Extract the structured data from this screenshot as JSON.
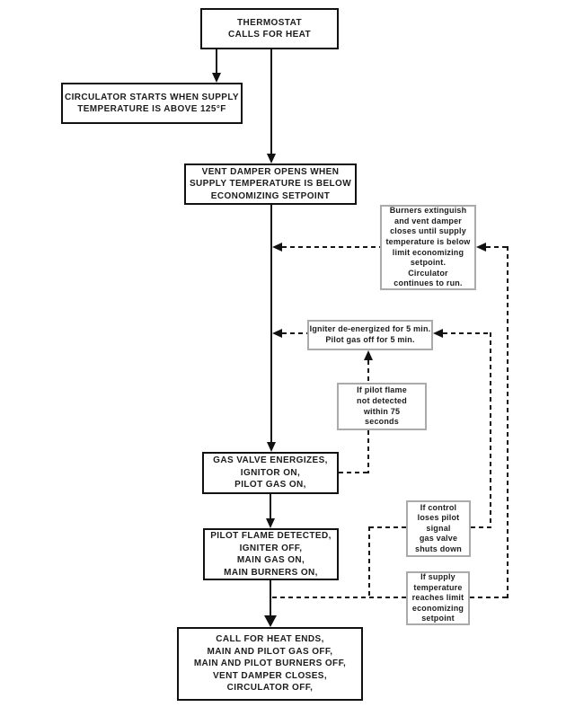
{
  "flowchart": {
    "description": "Boiler heating sequence of operation flowchart",
    "colors": {
      "background": "#ffffff",
      "main_box_border": "#111111",
      "conditional_box_border": "#aaaaaa",
      "line": "#161616",
      "text": "#1c1c1c"
    },
    "nodes": {
      "thermostat": {
        "label": "THERMOSTAT\nCALLS FOR HEAT"
      },
      "circulator": {
        "label": "CIRCULATOR STARTS WHEN SUPPLY\nTEMPERATURE IS ABOVE 125°F"
      },
      "vent_damper": {
        "label": "VENT DAMPER OPENS WHEN\nSUPPLY TEMPERATURE IS BELOW\nECONOMIZING SETPOINT"
      },
      "burners_extinguish": {
        "label": "Burners extinguish\nand vent damper\ncloses until supply\ntemperature is below\nlimit economizing\nsetpoint.\nCirculator\ncontinues to run."
      },
      "igniter_deenergized": {
        "label": "Igniter de-energized for 5 min.\nPilot gas off for 5 min."
      },
      "pilot_not_detected": {
        "label": "If pilot flame\nnot detected\nwithin 75\nseconds"
      },
      "gas_valve": {
        "label": "GAS VALVE ENERGIZES,\nIGNITOR ON,\nPILOT GAS ON,"
      },
      "pilot_flame_detected": {
        "label": "PILOT FLAME DETECTED,\nIGNITER OFF,\nMAIN GAS ON,\nMAIN BURNERS ON,"
      },
      "control_loses_pilot": {
        "label": "If control\nloses pilot\nsignal\ngas valve\nshuts down"
      },
      "supply_reaches_limit": {
        "label": "If supply\ntemperature\nreaches limit\neconomizing\nsetpoint"
      },
      "call_for_heat_ends": {
        "label": "CALL FOR HEAT ENDS,\nMAIN AND PILOT GAS OFF,\nMAIN AND PILOT BURNERS OFF,\nVENT DAMPER CLOSES,\nCIRCULATOR OFF,"
      }
    }
  }
}
